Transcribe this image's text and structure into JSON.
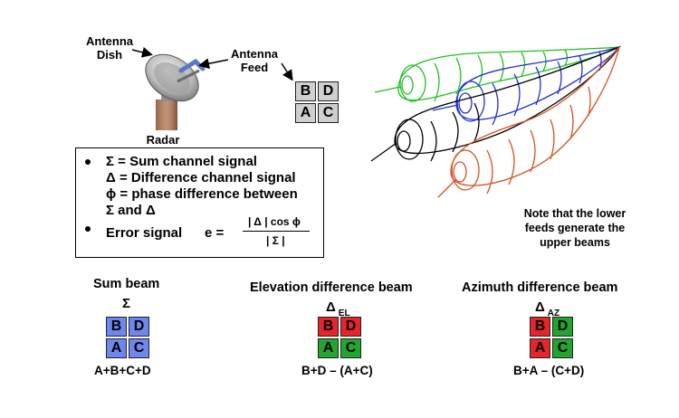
{
  "labels": {
    "antenna_dish": [
      "Antenna",
      "Dish"
    ],
    "antenna_feed": [
      "Antenna",
      "Feed"
    ],
    "radar": "Radar",
    "note": [
      "Note that the lower",
      "feeds generate the",
      "upper beams"
    ]
  },
  "feed_cells": [
    "B",
    "D",
    "A",
    "C"
  ],
  "bullets": {
    "sum_line": "Σ = Sum channel signal",
    "diff_line": "Δ = Difference channel signal",
    "phase_line": "ϕ = phase difference between",
    "phase_line2": "Σ and Δ",
    "error_label": "Error signal",
    "e_eq": "e =",
    "numerator": "| Δ | cos ϕ",
    "denominator": "| Σ |"
  },
  "beams": {
    "sum": {
      "title": "Sum beam",
      "symbol": "Σ",
      "subscript": "",
      "formula": "A+B+C+D",
      "cells": [
        "B",
        "D",
        "A",
        "C"
      ]
    },
    "elevation": {
      "title": "Elevation difference beam",
      "symbol": "Δ",
      "subscript": "EL",
      "formula": "B+D – (A+C)",
      "cells": [
        "B",
        "D",
        "A",
        "C"
      ]
    },
    "azimuth": {
      "title": "Azimuth difference beam",
      "symbol": "Δ",
      "subscript": "AZ",
      "formula": "B+A – (C+D)",
      "cells": [
        "B",
        "D",
        "A",
        "C"
      ]
    }
  },
  "colors": {
    "sum_fill": "#6f86ee",
    "diff_red": "#e5252b",
    "diff_green": "#22a52f",
    "beam_green": "#1fbf1f",
    "beam_blue": "#1f2fd6",
    "beam_black": "#000000",
    "beam_orange": "#d4501e"
  }
}
